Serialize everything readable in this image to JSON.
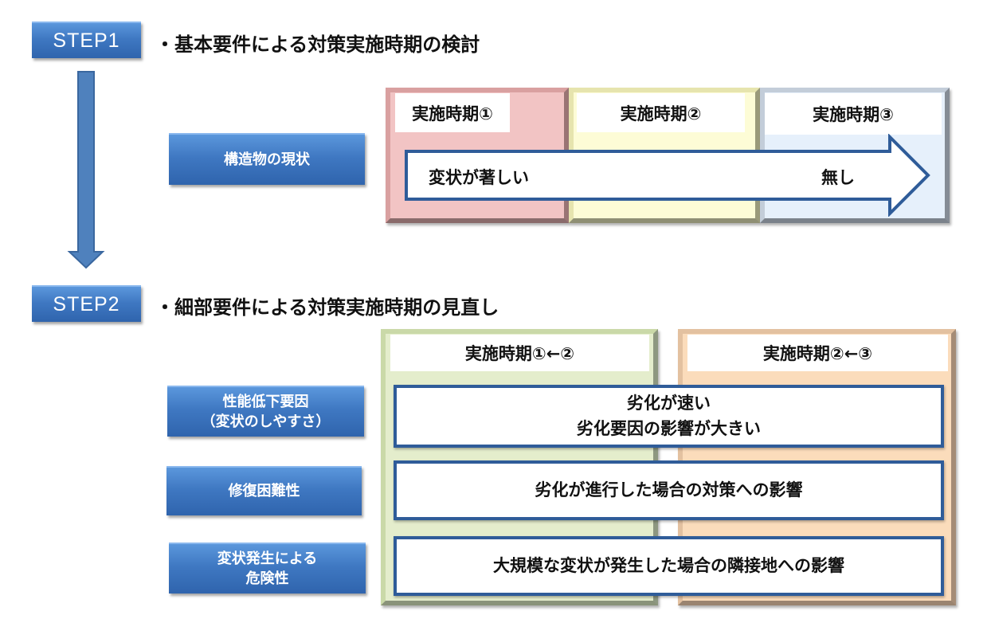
{
  "step1": {
    "button_label": "STEP1",
    "heading": "・基本要件による対策実施時期の検討",
    "criterion_label": "構造物の現状",
    "periods": [
      "実施時期①",
      "実施時期②",
      "実施時期③"
    ],
    "arrow_start_label": "変状が著しい",
    "arrow_end_label": "無し"
  },
  "step2": {
    "button_label": "STEP2",
    "heading": "・細部要件による対策実施時期の見直し",
    "columns": [
      "実施時期①←②",
      "実施時期②←③"
    ],
    "rows": [
      {
        "label_line1": "性能低下要因",
        "label_line2": "（変状のしやすさ）",
        "text_line1": "劣化が速い",
        "text_line2": "劣化要因の影響が大きい"
      },
      {
        "label_line1": "修復困難性",
        "text_line1": "劣化が進行した場合の対策への影響"
      },
      {
        "label_line1": "変状発生による",
        "label_line2": "危険性",
        "text_line1": "大規模な変状が発生した場合の隣接地への影響"
      }
    ]
  },
  "colors": {
    "button_blue": "#3f78c2",
    "arrow_border": "#2f5c99",
    "period1": "#f2c4c4",
    "period2": "#fdfcd6",
    "period3": "#e6f0fb",
    "col_green": "#e4edcc",
    "col_orange": "#fbdcbb"
  }
}
